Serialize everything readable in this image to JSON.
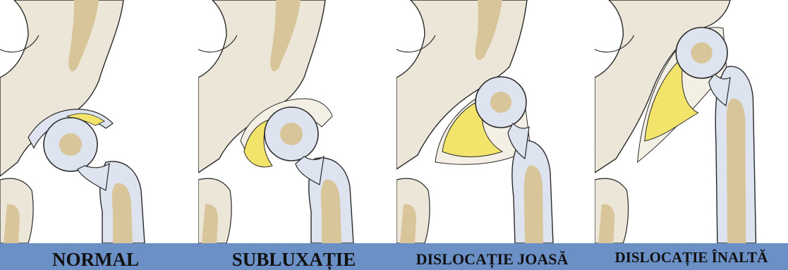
{
  "labels": {
    "normal": "NORMAL",
    "subluxatie": "SUBLUXAȚIE",
    "dislocatie_joasa": "DISLOCAȚIE JOASĂ",
    "dislocatie_inalta": "DISLOCAȚIE ÎNALTĂ"
  },
  "colors": {
    "bar": "#6a90c6",
    "pelvis_bone": "#ece6d9",
    "bone_marrow": "#d8c59a",
    "cartilage": "#dde3ef",
    "fat_pad": "#f2e46a",
    "capsule": "#f3efe4",
    "outline": "#2b2b2b"
  }
}
